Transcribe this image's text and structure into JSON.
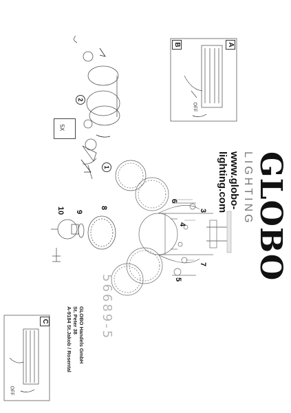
{
  "brand": {
    "logo": "GLOBO",
    "subtitle": "LIGHTING",
    "url": "www.globo-lighting.com"
  },
  "model_number": "56689-5",
  "company": {
    "name": "GLOBO Handels GmbH",
    "street": "St. Peter 38",
    "city": "A-9184 St.Jakob / Rosental"
  },
  "steps": {
    "s1": "1",
    "s2": "2",
    "s3": "3",
    "s4": "4",
    "s5": "5",
    "s6": "6",
    "s7": "7",
    "s8": "8",
    "s9": "9",
    "s10": "10"
  },
  "insets": {
    "a": {
      "letter": "A"
    },
    "b": {
      "letter": "B",
      "switch_label": "OFF"
    },
    "c": {
      "letter": "C",
      "switch_label": "OFF"
    }
  },
  "quantity_label": "5X"
}
